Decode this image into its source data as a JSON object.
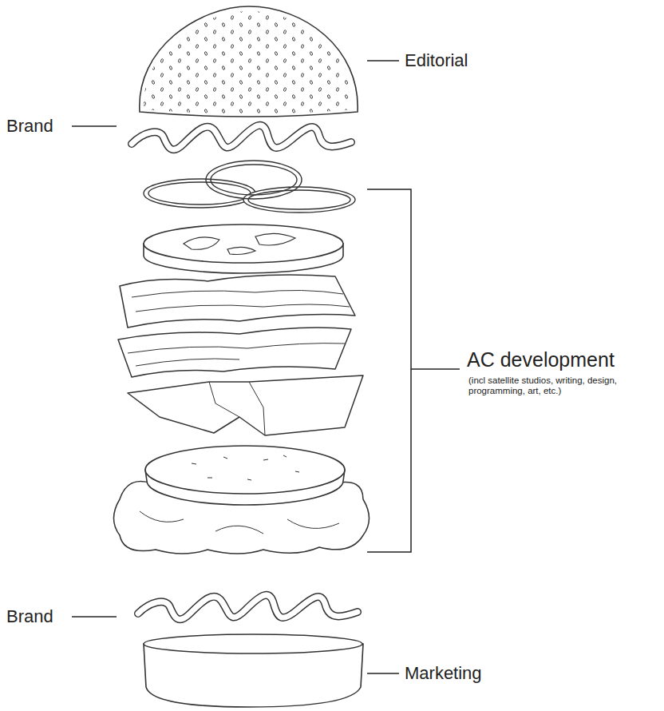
{
  "diagram": {
    "labels": [
      "Editorial",
      "Brand",
      "AC development",
      "(incl satellite studios, writing, design, programming, art, etc.)",
      "Brand",
      "Marketing"
    ]
  }
}
